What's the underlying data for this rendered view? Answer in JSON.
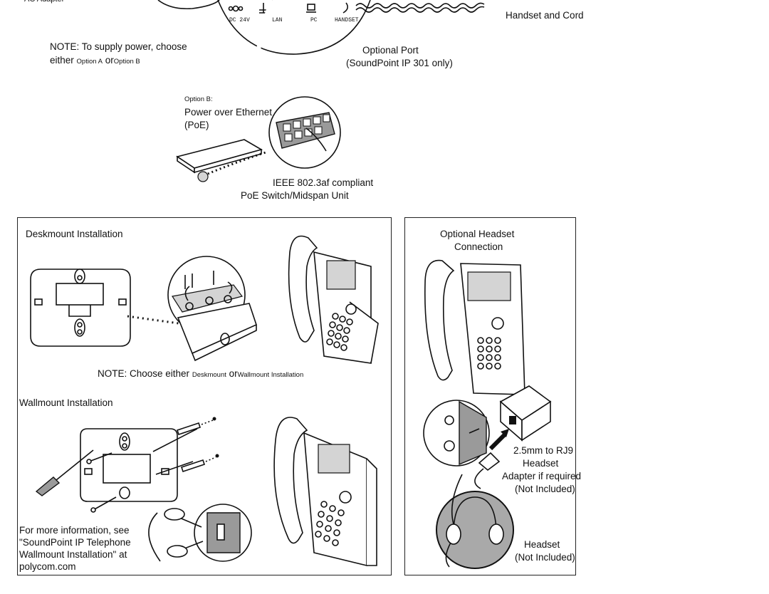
{
  "top": {
    "adapter_fragment": "AC Adapter",
    "ports": {
      "dc": "DC 24V",
      "lan": "LAN",
      "pc": "PC",
      "handset": "HANDSET"
    },
    "note_line1": "NOTE: To supply power, choose",
    "note_line2_prefix": "either",
    "option_a": "Option A",
    "note_or": "or",
    "option_b": "Option B",
    "optional_port_line1": "Optional Port",
    "optional_port_line2": "(SoundPoint IP 301 only)",
    "handset_cord": "Handset and Cord",
    "option_b_label": "Option B:",
    "poe_line1": "Power over Ethernet",
    "poe_line2": "(PoE)",
    "switch_line1": "IEEE 802.3af compliant",
    "switch_line2": "PoE Switch/Midspan Unit"
  },
  "desk_panel": {
    "title": "Deskmount Installation",
    "note_prefix": "NOTE: Choose either",
    "note_opt1": "Deskmount",
    "note_or": "or",
    "note_opt2": "Wallmount Installation"
  },
  "wall_panel": {
    "title": "Wallmount Installation",
    "more_info_line1": "For more information, see",
    "more_info_line2": "\"SoundPoint IP Telephone",
    "more_info_line3": "Wallmount Installation\" at",
    "more_info_line4": "polycom.com"
  },
  "headset_panel": {
    "title_line1": "Optional Headset",
    "title_line2": "Connection",
    "adapter_line1": "2.5mm to RJ9",
    "adapter_line2": "Headset",
    "adapter_line3": "Adapter if required",
    "adapter_line4": "(Not Included)",
    "headset_line1": "Headset",
    "headset_line2": "(Not Included)"
  }
}
